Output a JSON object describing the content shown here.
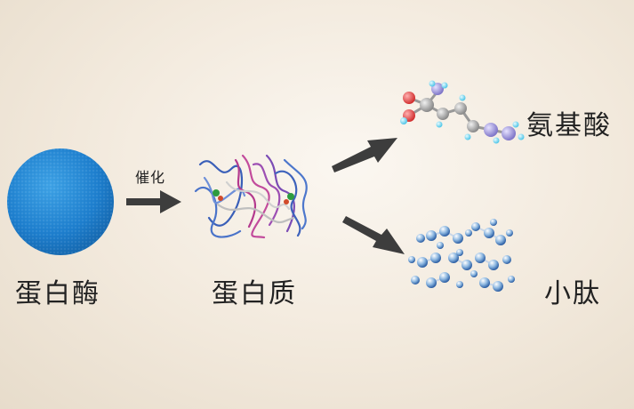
{
  "diagram": {
    "enzyme_label": "蛋白酶",
    "catalyze_label": "催化",
    "protein_label": "蛋白质",
    "amino_acid_label": "氨基酸",
    "peptide_label": "小肽"
  },
  "colors": {
    "enzyme_blue": "#2a86d4",
    "arrow": "#3d3d3d",
    "background": "#f3ebdf"
  }
}
